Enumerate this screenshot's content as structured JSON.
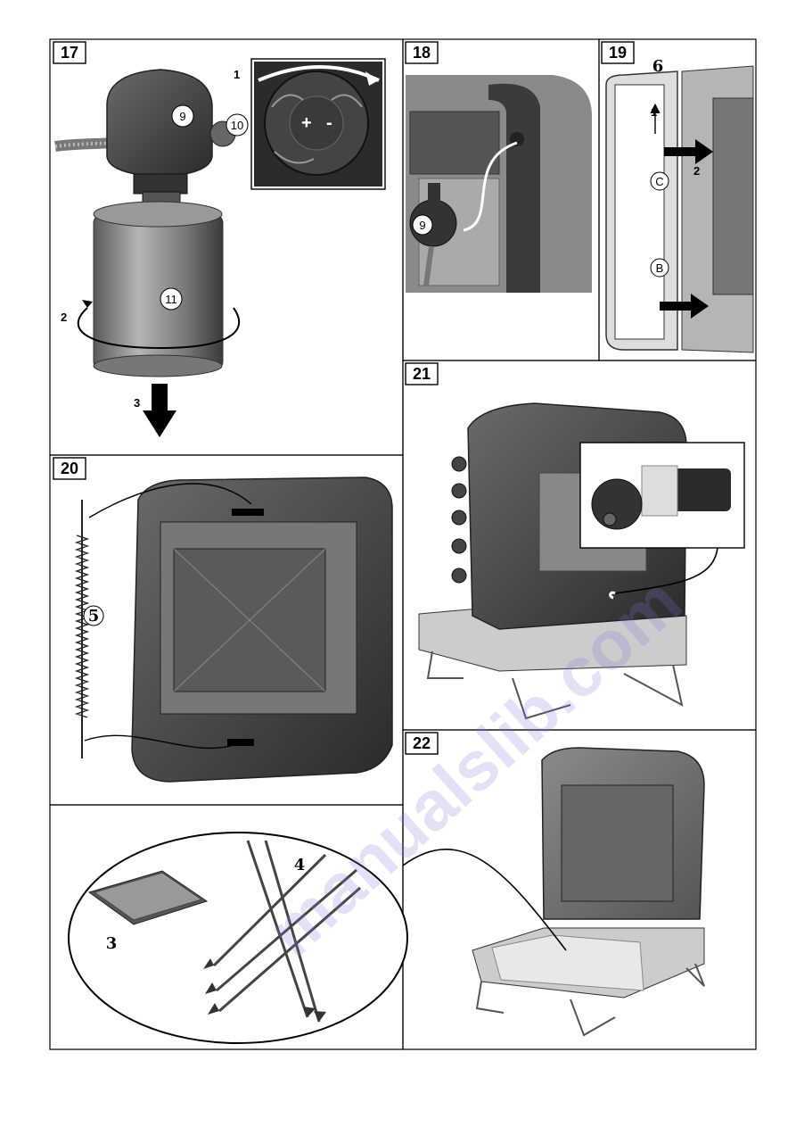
{
  "panels": {
    "p17": {
      "number": "17"
    },
    "p18": {
      "number": "18"
    },
    "p19": {
      "number": "19"
    },
    "p20": {
      "number": "20"
    },
    "p21": {
      "number": "21"
    },
    "p22": {
      "number": "22"
    }
  },
  "callouts": {
    "regulator": "9",
    "knob": "10",
    "cartridge": "11",
    "tray": "3",
    "skewers": "4",
    "spring": "5",
    "door": "6",
    "clip_b": "B",
    "clip_c": "C"
  },
  "steps": {
    "p17_step1": "1",
    "p17_step2": "2",
    "p17_step3": "3",
    "p19_step1": "1",
    "p19_step2": "2"
  },
  "inset": {
    "plus": "+",
    "minus": "-"
  },
  "watermark": "manualslib.com"
}
